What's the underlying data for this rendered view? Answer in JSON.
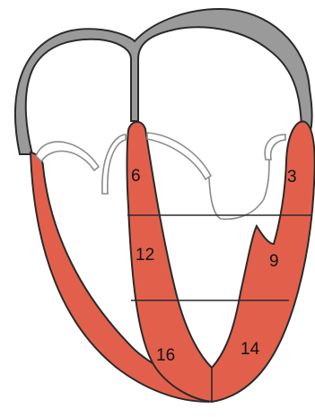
{
  "colors": {
    "myocardium": "#e2604b",
    "myocardium_outline": "#2a2a2a",
    "atria": "#9a9a9a",
    "atria_outline": "#2a2a2a",
    "valve": "#ffffff",
    "background": "#ffffff"
  },
  "segments": {
    "s3": "3",
    "s6": "6",
    "s9": "9",
    "s12": "12",
    "s14": "14",
    "s16": "16"
  }
}
